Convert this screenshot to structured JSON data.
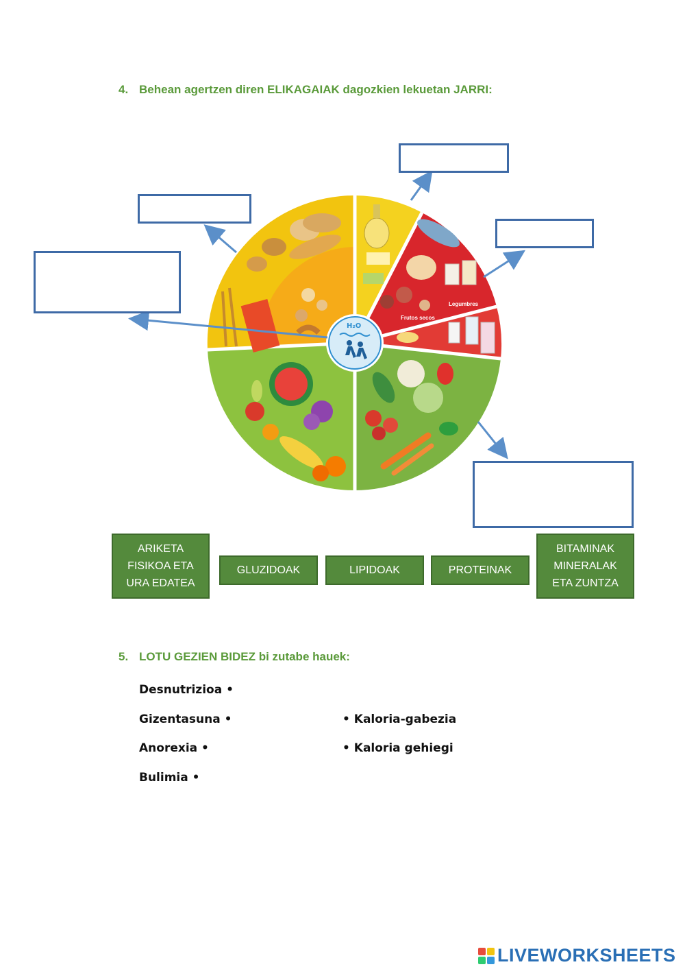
{
  "q4": {
    "number": "4.",
    "text": "Behean agertzen diren ELIKAGAIAK dagozkien lekuetan JARRI:"
  },
  "plate": {
    "center_label": "H₂O",
    "labels": {
      "legumbres": "Legumbres",
      "frutos_secos": "Frutos secos"
    }
  },
  "chips": [
    {
      "label": "ARIKETA\nFISIKOA ETA\nURA EDATEA"
    },
    {
      "label": "GLUZIDOAK"
    },
    {
      "label": "LIPIDOAK"
    },
    {
      "label": "PROTEINAK"
    },
    {
      "label": "BITAMINAK\nMINERALAK\nETA ZUNTZA"
    }
  ],
  "q5": {
    "number": "5.",
    "text": "LOTU GEZIEN BIDEZ bi zutabe hauek:",
    "left": [
      "Desnutrizioa •",
      "Gizentasuna •",
      "Anorexia •",
      "Bulimia •"
    ],
    "right": [
      "• Kaloria-gabezia",
      "• Kaloria gehiegi"
    ]
  },
  "brand": {
    "name": "LIVEWORKSHEETS"
  },
  "colors": {
    "title_green": "#5a9a3a",
    "box_border": "#3e6aa6",
    "chip_green": "#548a3c",
    "plate_yellow": "#f2c40f",
    "plate_orange": "#f39c12",
    "plate_red": "#d8262c",
    "plate_green": "#7cb342",
    "water_blue": "#2f8fd0",
    "brand_blue": "#2a6fb5"
  }
}
